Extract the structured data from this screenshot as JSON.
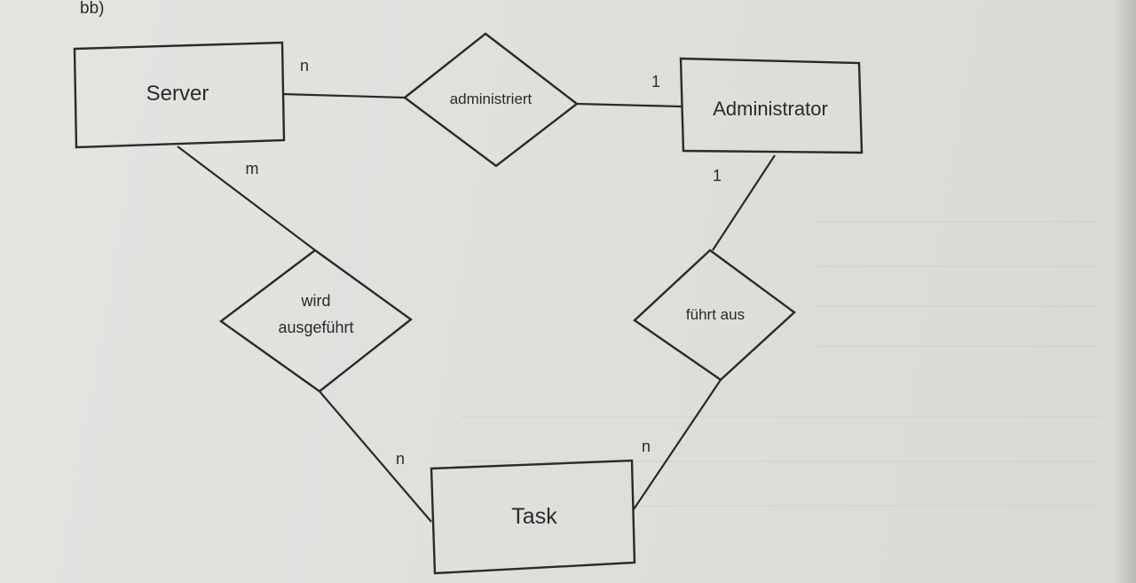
{
  "page_label": "bb)",
  "entities": {
    "server": "Server",
    "administrator": "Administrator",
    "task": "Task"
  },
  "relationships": {
    "administriert": "administriert",
    "wird_ausgefuehrt_line1": "wird",
    "wird_ausgefuehrt_line2": "ausgeführt",
    "fuehrt_aus": "führt aus"
  },
  "cardinalities": {
    "server_administriert": "n",
    "administrator_administriert": "1",
    "server_wird_ausgefuehrt": "m",
    "task_wird_ausgefuehrt": "n",
    "administrator_fuehrt_aus": "1",
    "task_fuehrt_aus": "n"
  },
  "colors": {
    "ink": "#2a2a2a",
    "paper": "#e3e3e0"
  }
}
